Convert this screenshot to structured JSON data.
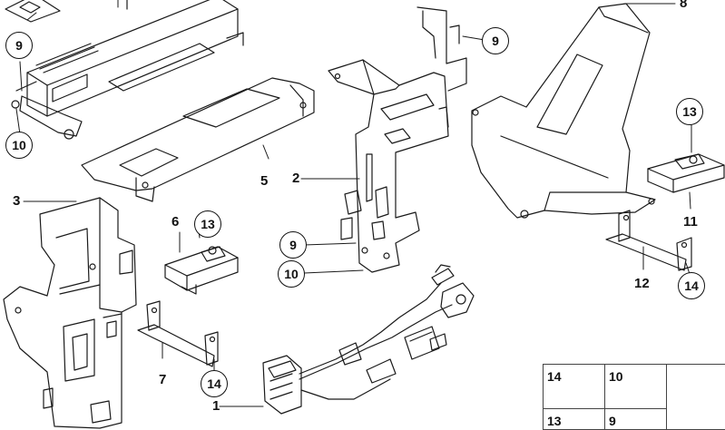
{
  "part_labels": {
    "p1": "1",
    "p2": "2",
    "p3": "3",
    "p5": "5",
    "p6": "6",
    "p7": "7",
    "p8": "8",
    "p11": "11",
    "p12": "12"
  },
  "callouts": {
    "c9_top_left": "9",
    "c10_top_left": "10",
    "c9_top_center": "9",
    "c13_left": "13",
    "c9_mid": "9",
    "c10_mid": "10",
    "c14_bottom_left": "14",
    "c13_right": "13",
    "c14_right": "14"
  },
  "legend": {
    "items": [
      {
        "number": "14",
        "icon": "screw-icon"
      },
      {
        "number": "10",
        "icon": "clip-nut-icon"
      },
      {
        "number": "13",
        "icon": "plug-icon"
      },
      {
        "number": "9",
        "icon": "hex-nut-icon"
      }
    ]
  },
  "colors": {
    "line": "#1a1a1a",
    "background": "#ffffff"
  }
}
